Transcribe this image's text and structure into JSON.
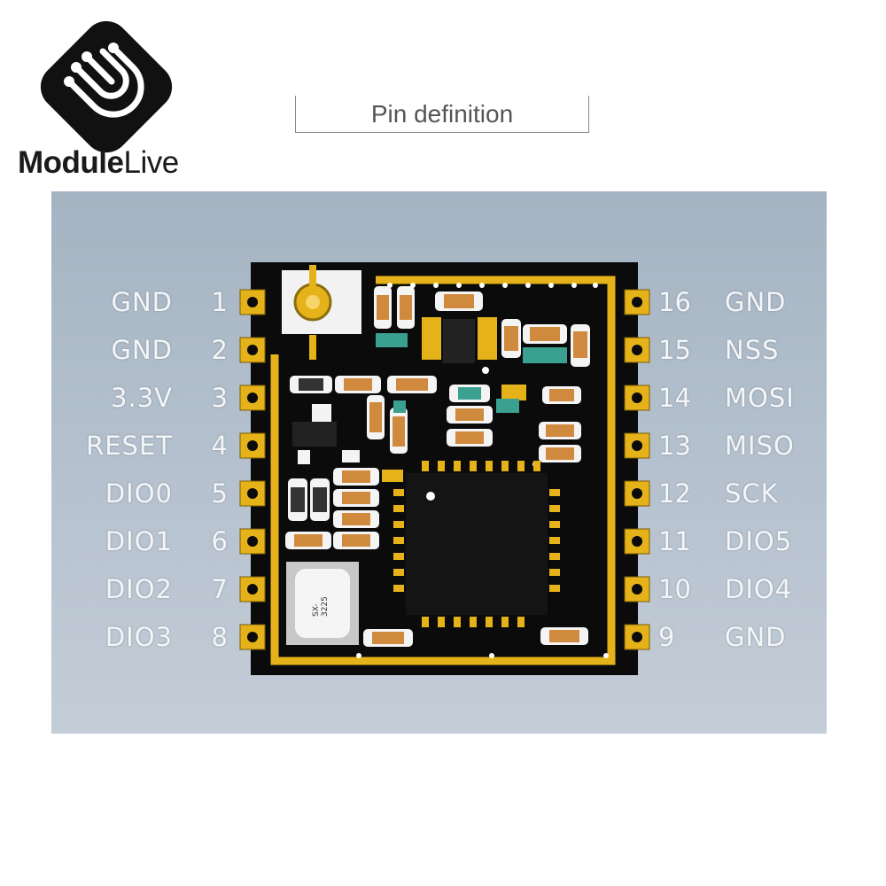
{
  "brand": {
    "name_part1": "Module",
    "name_part2": "Live"
  },
  "title": "Pin definition",
  "module": {
    "crystal_label": "SX-3225"
  },
  "pins_left": [
    {
      "num": "1",
      "name": "GND"
    },
    {
      "num": "2",
      "name": "GND"
    },
    {
      "num": "3",
      "name": "3.3V"
    },
    {
      "num": "4",
      "name": "RESET"
    },
    {
      "num": "5",
      "name": "DIO0"
    },
    {
      "num": "6",
      "name": "DIO1"
    },
    {
      "num": "7",
      "name": "DIO2"
    },
    {
      "num": "8",
      "name": "DIO3"
    }
  ],
  "pins_right": [
    {
      "num": "16",
      "name": "GND"
    },
    {
      "num": "15",
      "name": "NSS"
    },
    {
      "num": "14",
      "name": "MOSI"
    },
    {
      "num": "13",
      "name": "MISO"
    },
    {
      "num": "12",
      "name": "SCK"
    },
    {
      "num": "11",
      "name": "DIO5"
    },
    {
      "num": "10",
      "name": "DIO4"
    },
    {
      "num": "9",
      "name": "GND"
    }
  ],
  "colors": {
    "board": "#0b0b0b",
    "gold": "#e5b21a",
    "panel": "#b0bdca",
    "label": "#f4f6f8"
  }
}
